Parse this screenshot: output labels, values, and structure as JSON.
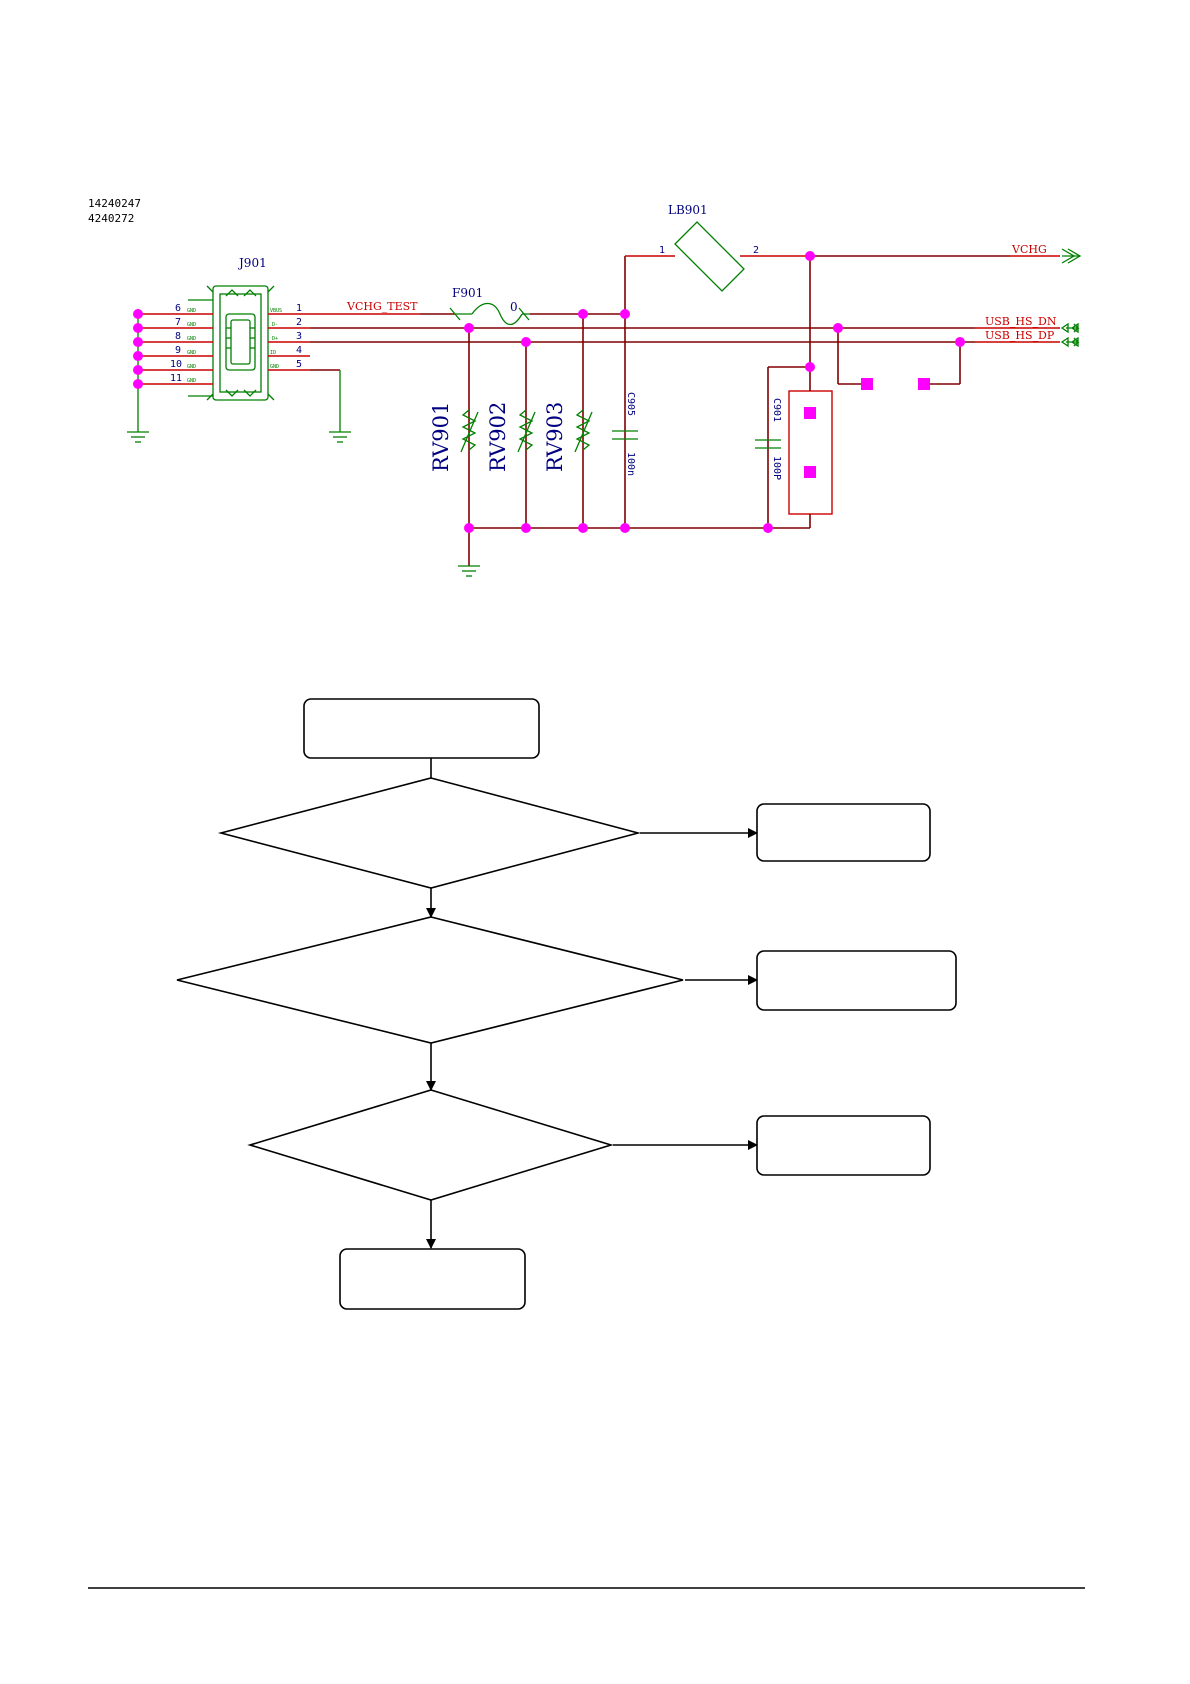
{
  "header_codes": [
    "14240247",
    "4240272"
  ],
  "schematic": {
    "connector": {
      "ref": "J901",
      "left_pins": [
        "6",
        "7",
        "8",
        "9",
        "10",
        "11"
      ],
      "right_pins": [
        "1",
        "2",
        "3",
        "4",
        "5"
      ]
    },
    "fuse": {
      "ref": "F901",
      "value": "0"
    },
    "ferrite": {
      "ref": "LB901",
      "pin1": "1",
      "pin2": "2"
    },
    "nets": {
      "vchg_test": "VCHG_TEST",
      "vchg": "VCHG",
      "usb_dn": "USB_HS_DN",
      "usb_dp": "USB_HS_DP"
    },
    "varistors": [
      "RV901",
      "RV902",
      "RV903"
    ],
    "capacitors": [
      {
        "ref": "C905",
        "value": "100n"
      },
      {
        "ref": "C901",
        "value": "100P"
      }
    ],
    "colors": {
      "wire": "#800000",
      "net_label": "#cc0000",
      "ref_text": "#000080",
      "node": "#ff00ff",
      "component": "#008000"
    }
  },
  "flowchart": {
    "box_texts": [
      "",
      "",
      "",
      "",
      ""
    ],
    "decision_texts": [
      "",
      "",
      ""
    ]
  }
}
